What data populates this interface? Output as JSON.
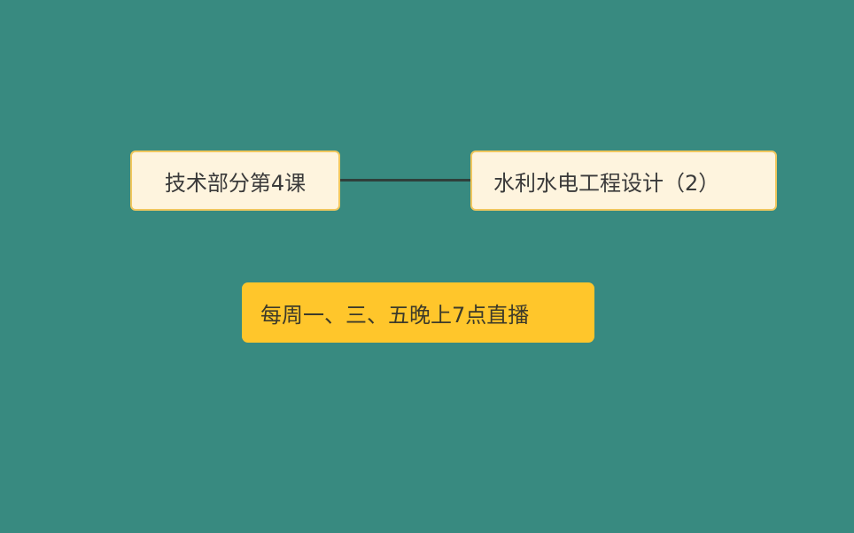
{
  "diagram": {
    "type": "mind-map",
    "background_color": "#388a80",
    "nodes": [
      {
        "id": "left",
        "label": "技术部分第4课",
        "fill": "#fef4de",
        "border": "#f0c75e"
      },
      {
        "id": "right",
        "label": "水利水电工程设计（2）",
        "fill": "#fef4de",
        "border": "#f0c75e"
      },
      {
        "id": "note",
        "label": "每周一、三、五晚上7点直播",
        "fill": "#ffc62b"
      }
    ],
    "edges": [
      {
        "from": "left",
        "to": "right",
        "color": "#2f3f3b"
      }
    ]
  }
}
